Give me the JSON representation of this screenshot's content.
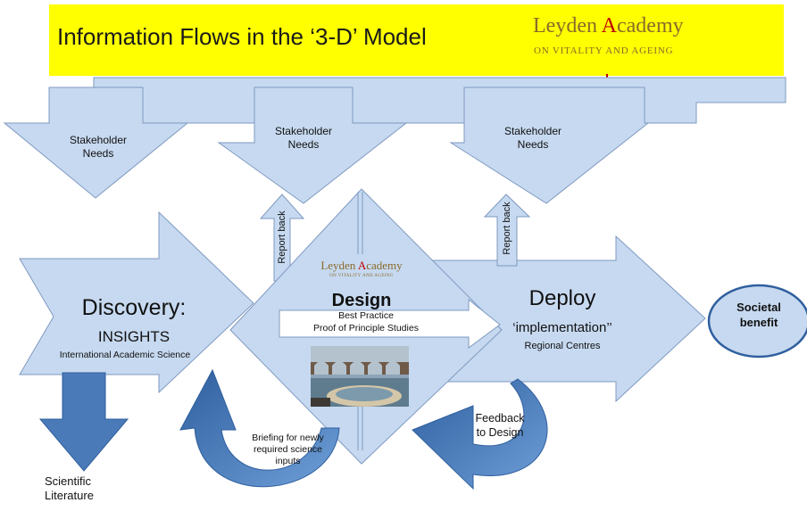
{
  "header": {
    "title": "Information Flows in the ‘3-D’ Model",
    "brand_prefix": "Leyden ",
    "brand_accent": "A",
    "brand_suffix": "cademy",
    "brand_tagline": "ON VITALITY AND AGEING"
  },
  "stakeholder_needs": [
    "Stakeholder\nNeeds",
    "Stakeholder\nNeeds",
    "Stakeholder\nNeeds"
  ],
  "report_back": [
    "Report back",
    "Report back"
  ],
  "discovery": {
    "title": "Discovery:",
    "subtitle": "INSIGHTS",
    "detail": "International Academic Science"
  },
  "design": {
    "logo_prefix": "Leyden ",
    "logo_accent": "A",
    "logo_suffix": "cademy",
    "logo_tagline": "ON VITALITY AND AGEING",
    "title": "Design",
    "line1": "Best Practice",
    "line2": "Proof of Principle Studies"
  },
  "deploy": {
    "title": "Deploy",
    "subtitle": "‘implementation’’",
    "detail": "Regional Centres"
  },
  "societal": "Societal\nbenefit",
  "literature": "Scientific\nLiterature",
  "briefing": "Briefing for newly\nrequired science\ninputs",
  "feedback": "Feedback\nto Design",
  "colors": {
    "fill": "#c6d9f0",
    "stroke": "#7f99c0",
    "dark_arrow": "#4a7ab8",
    "title_bg": "#ffff00",
    "brand": "#8a6a2a",
    "accent": "#c00000"
  }
}
